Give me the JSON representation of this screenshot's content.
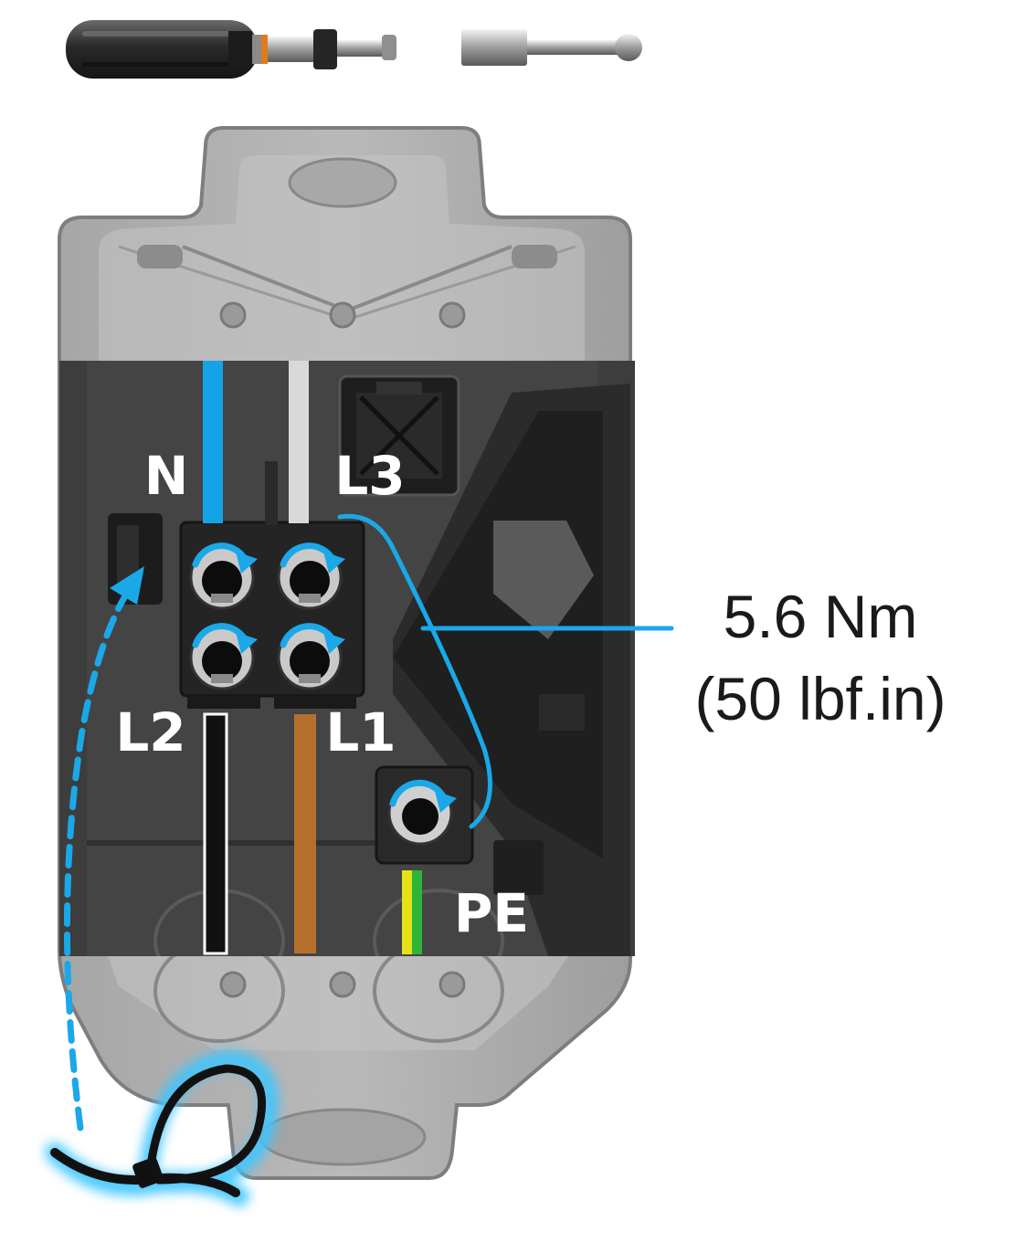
{
  "labels": {
    "neutral": "N",
    "line3": "L3",
    "line2": "L2",
    "line1": "L1",
    "earth": "PE"
  },
  "torque": {
    "metric": "5.6 Nm",
    "imperial": "(50 lbf.in)"
  },
  "colors": {
    "accent": "#1aa8e8",
    "wire_neutral": "#14a3e6",
    "wire_l3": "#d9d9d9",
    "wire_l2": "#111111",
    "wire_l1": "#b5702d",
    "wire_pe_yellow": "#e6e21a",
    "wire_pe_green": "#2fb43a",
    "housing": "#9a9a9a",
    "panel": "#3a3a3a"
  },
  "icons": [
    "torque-screwdriver-icon",
    "ball-hex-bit-icon",
    "rotate-clockwise-icon",
    "cable-tie-icon"
  ]
}
